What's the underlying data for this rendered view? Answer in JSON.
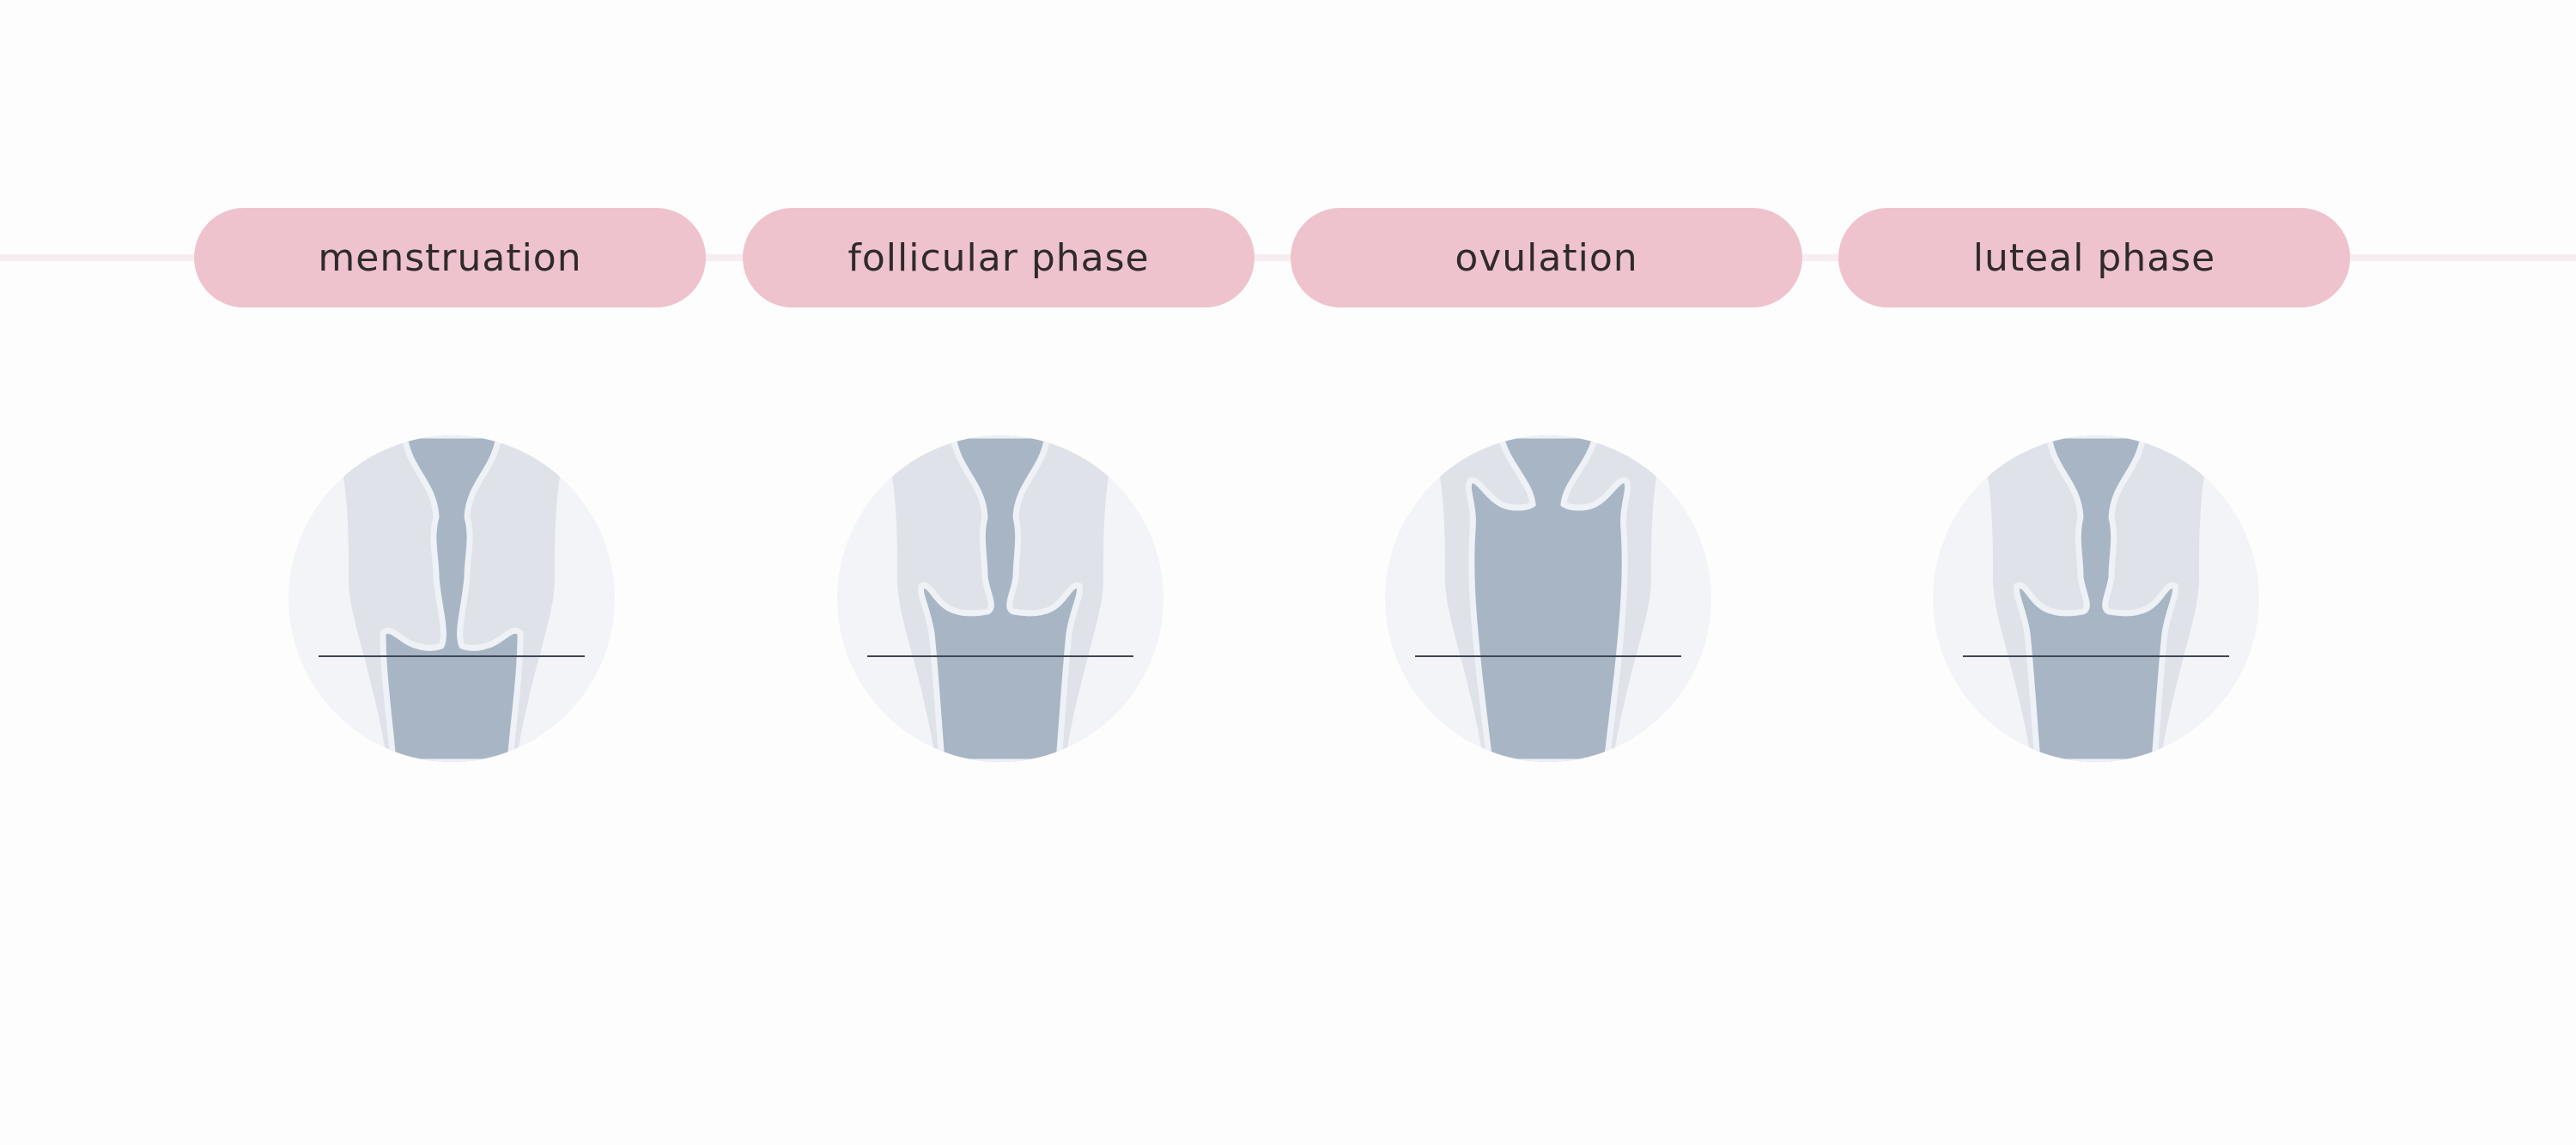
{
  "phases": [
    {
      "label": "menstruation"
    },
    {
      "label": "follicular phase"
    },
    {
      "label": "ovulation"
    },
    {
      "label": "luteal phase"
    }
  ],
  "colors": {
    "pill": "#efc3ce",
    "text": "#2f2b2d",
    "canal": "#a8b5c5",
    "tissue": "#dfe3e9",
    "background_circle": "#f2f4f8",
    "outline": "#eef1f5",
    "level_line": "#3f4654"
  }
}
